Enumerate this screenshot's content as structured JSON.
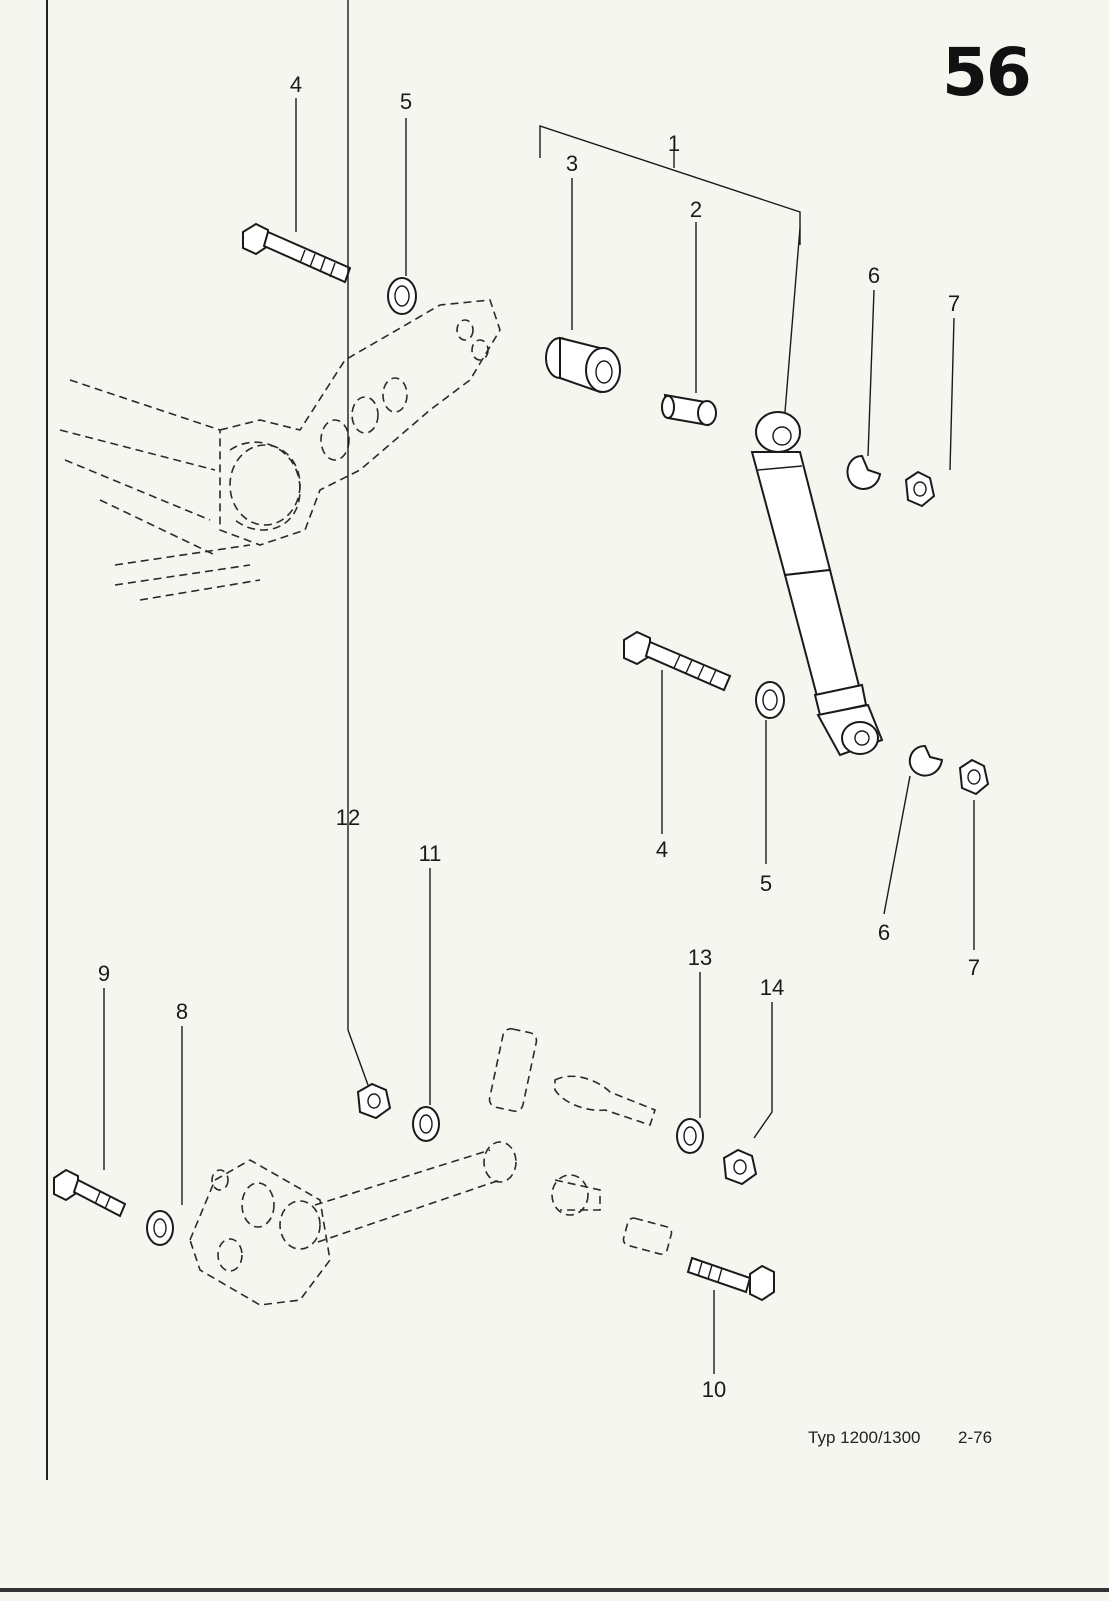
{
  "sheet": {
    "page_number": "56",
    "type_label": "Typ 1200/1300",
    "sheet_code": "2-76"
  },
  "callouts": {
    "c1": "1",
    "c2": "2",
    "c3": "3",
    "c4_top": "4",
    "c5_top": "5",
    "c6_top": "6",
    "c7_top": "7",
    "c4_mid": "4",
    "c5_mid": "5",
    "c6_low": "6",
    "c7_low": "7",
    "c8": "8",
    "c9": "9",
    "c10": "10",
    "c11": "11",
    "c12": "12",
    "c13": "13",
    "c14": "14"
  }
}
